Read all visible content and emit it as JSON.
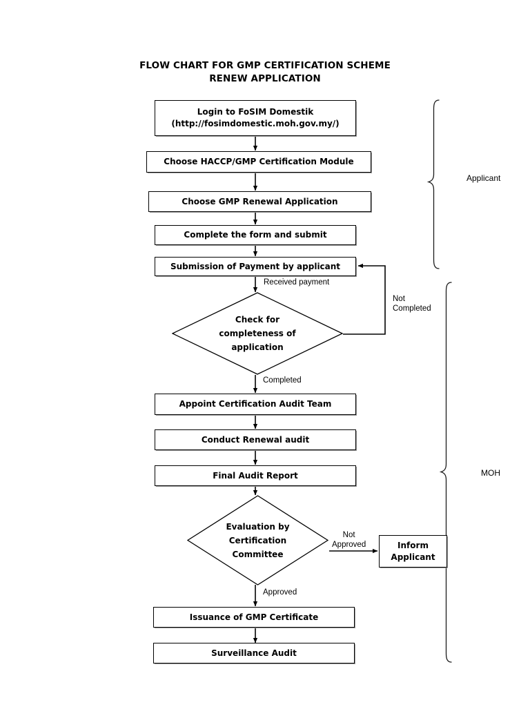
{
  "document": {
    "title_line1": "FLOW CHART FOR GMP CERTIFICATION SCHEME",
    "title_line2": "RENEW APPLICATION"
  },
  "chart_data": {
    "type": "diagram",
    "diagram_type": "flowchart",
    "title": "FLOW CHART FOR GMP CERTIFICATION SCHEME RENEW APPLICATION",
    "orientation": "top-to-bottom",
    "nodes": [
      {
        "id": "login",
        "shape": "process",
        "text": "Login to FoSIM Domestik",
        "text2": "(http://fosimdomestic.moh.gov.my/)"
      },
      {
        "id": "module",
        "shape": "process",
        "text": "Choose HACCP/GMP Certification Module"
      },
      {
        "id": "renewal",
        "shape": "process",
        "text": "Choose GMP Renewal Application"
      },
      {
        "id": "form",
        "shape": "process",
        "text": "Complete the form and submit"
      },
      {
        "id": "payment",
        "shape": "process",
        "text": "Submission of Payment by applicant"
      },
      {
        "id": "check",
        "shape": "decision",
        "line1": "Check for",
        "line2": "completeness of",
        "line3": "application"
      },
      {
        "id": "appoint",
        "shape": "process",
        "text": "Appoint Certification Audit Team"
      },
      {
        "id": "conduct",
        "shape": "process",
        "text": "Conduct Renewal audit"
      },
      {
        "id": "report",
        "shape": "process",
        "text": "Final Audit Report"
      },
      {
        "id": "evaluation",
        "shape": "decision",
        "line1": "Evaluation by",
        "line2": "Certification",
        "line3": "Committee"
      },
      {
        "id": "inform",
        "shape": "process",
        "text": "Inform",
        "text2": "Applicant"
      },
      {
        "id": "issuance",
        "shape": "process",
        "text": "Issuance of GMP Certificate"
      },
      {
        "id": "surveillance",
        "shape": "process",
        "text": "Surveillance Audit"
      }
    ],
    "edges": [
      {
        "from": "login",
        "to": "module",
        "label": ""
      },
      {
        "from": "module",
        "to": "renewal",
        "label": ""
      },
      {
        "from": "renewal",
        "to": "form",
        "label": ""
      },
      {
        "from": "form",
        "to": "payment",
        "label": ""
      },
      {
        "from": "payment",
        "to": "check",
        "label": "Received payment"
      },
      {
        "from": "check",
        "to": "payment",
        "label": "Not Completed"
      },
      {
        "from": "check",
        "to": "appoint",
        "label": "Completed"
      },
      {
        "from": "appoint",
        "to": "conduct",
        "label": ""
      },
      {
        "from": "conduct",
        "to": "report",
        "label": ""
      },
      {
        "from": "report",
        "to": "evaluation",
        "label": ""
      },
      {
        "from": "evaluation",
        "to": "inform",
        "label": "Not Approved"
      },
      {
        "from": "evaluation",
        "to": "issuance",
        "label": "Approved"
      },
      {
        "from": "issuance",
        "to": "surveillance",
        "label": ""
      }
    ],
    "lanes": [
      {
        "id": "applicant",
        "label": "Applicant",
        "covers": [
          "login",
          "module",
          "renewal",
          "form",
          "payment"
        ]
      },
      {
        "id": "moh",
        "label": "MOH",
        "covers": [
          "check",
          "appoint",
          "conduct",
          "report",
          "evaluation",
          "inform",
          "issuance",
          "surveillance"
        ]
      }
    ],
    "colors": {
      "stroke": "#000000",
      "fill": "#ffffff",
      "text": "#000000"
    }
  },
  "labels": {
    "received_payment": "Received payment",
    "not_completed": "Not\nCompleted",
    "completed": "Completed",
    "not_approved": "Not\nApproved",
    "approved": "Approved"
  },
  "lanes": {
    "applicant": "Applicant",
    "moh": "MOH"
  }
}
